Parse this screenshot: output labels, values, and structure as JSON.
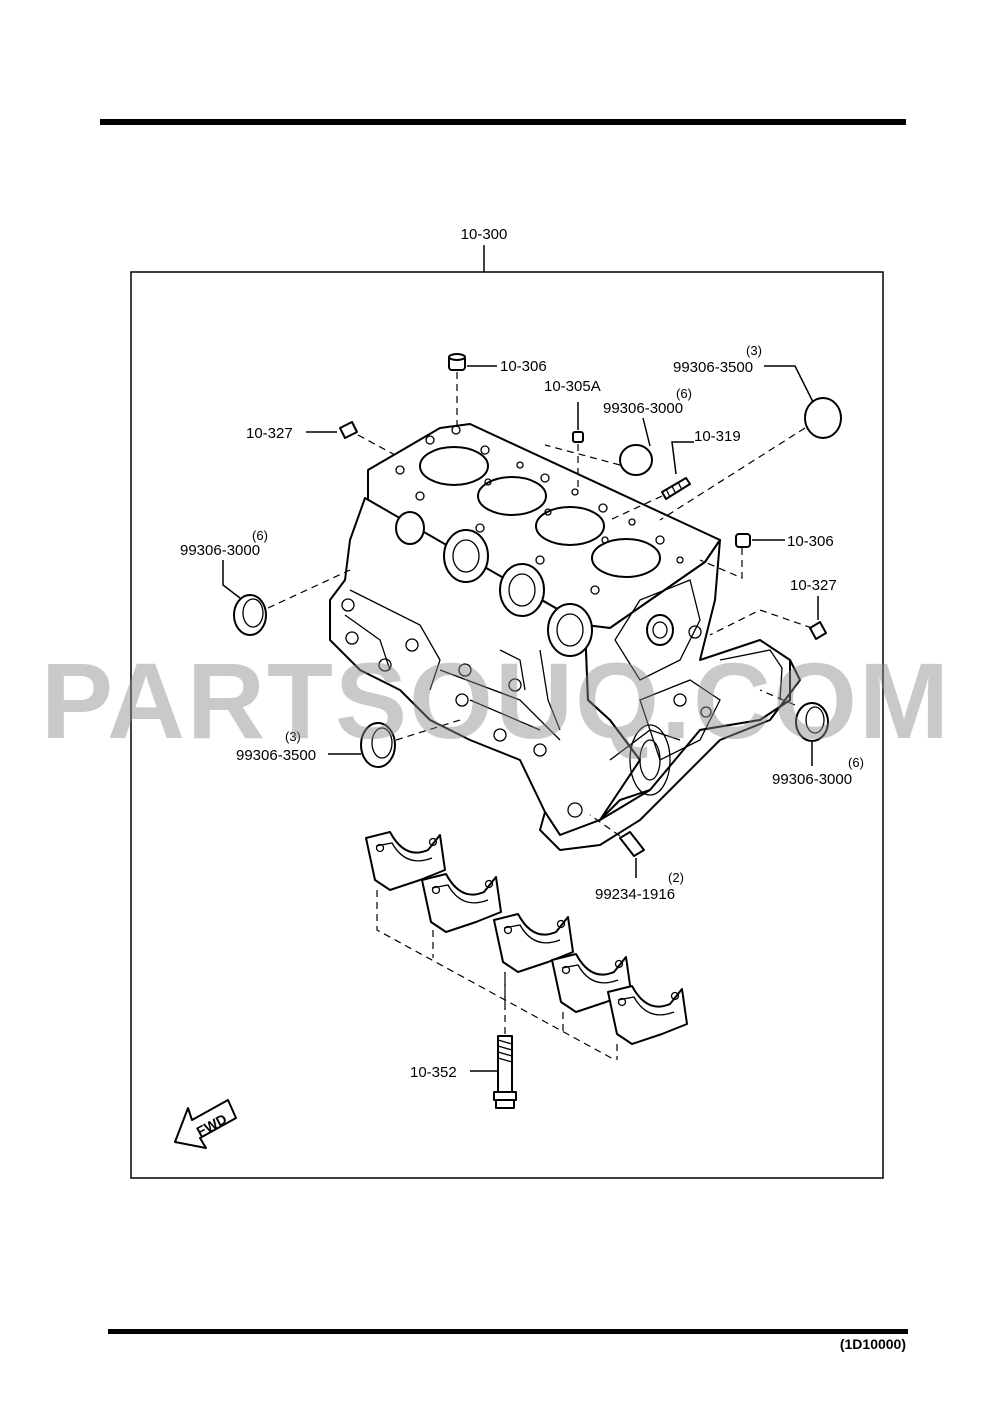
{
  "diagram": {
    "assembly_label": "10-300",
    "footer_code": "(1D10000)",
    "watermark": "PARTSOUQ.COM",
    "direction_marker": "FWD",
    "callouts": [
      {
        "id": "plug-top-10-306",
        "part": "10-306",
        "qty": ""
      },
      {
        "id": "dowel-10-305a",
        "part": "10-305A",
        "qty": ""
      },
      {
        "id": "plug-large-99306-3500-top",
        "part": "99306-3500",
        "qty": "(3)"
      },
      {
        "id": "plug-99306-3000-top",
        "part": "99306-3000",
        "qty": "(6)"
      },
      {
        "id": "stud-10-319",
        "part": "10-319",
        "qty": ""
      },
      {
        "id": "plug-right-10-306",
        "part": "10-306",
        "qty": ""
      },
      {
        "id": "plug-left-10-327",
        "part": "10-327",
        "qty": ""
      },
      {
        "id": "plug-right-10-327",
        "part": "10-327",
        "qty": ""
      },
      {
        "id": "plug-99306-3000-left",
        "part": "99306-3000",
        "qty": "(6)"
      },
      {
        "id": "plug-99306-3500-left",
        "part": "99306-3500",
        "qty": "(3)"
      },
      {
        "id": "plug-99306-3000-right",
        "part": "99306-3000",
        "qty": "(6)"
      },
      {
        "id": "dowel-99234-1916",
        "part": "99234-1916",
        "qty": "(2)"
      },
      {
        "id": "bolt-10-352",
        "part": "10-352",
        "qty": ""
      }
    ]
  }
}
